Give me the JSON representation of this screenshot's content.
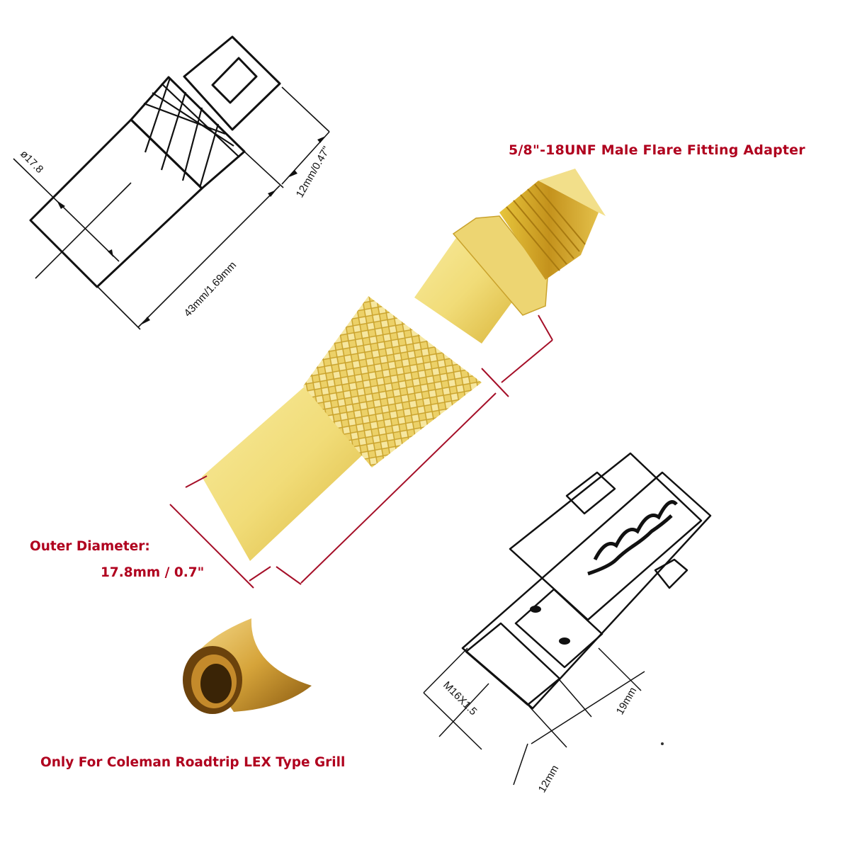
{
  "product": {
    "title_label": "5/8\"-18UNF Male Flare Fitting Adapter",
    "outer_diameter_label": "Outer Diameter:",
    "outer_diameter_value": "17.8mm / 0.7\"",
    "compatibility_label": "Only For Coleman Roadtrip LEX Type Grill",
    "colors": {
      "label_red": "#b0001e",
      "brass_light": "#f3e28a",
      "brass_mid": "#e2c445",
      "brass_dark": "#b88a17",
      "line_black": "#111111"
    }
  },
  "top_left_drawing": {
    "diameter_label": "ø17.8",
    "length_label": "43mm/1.69mm",
    "tip_label": "12mm/0.47\""
  },
  "bottom_right_drawing": {
    "thread_label": "M16X1.5",
    "dim_19": "19mm",
    "dim_12": "12mm"
  }
}
